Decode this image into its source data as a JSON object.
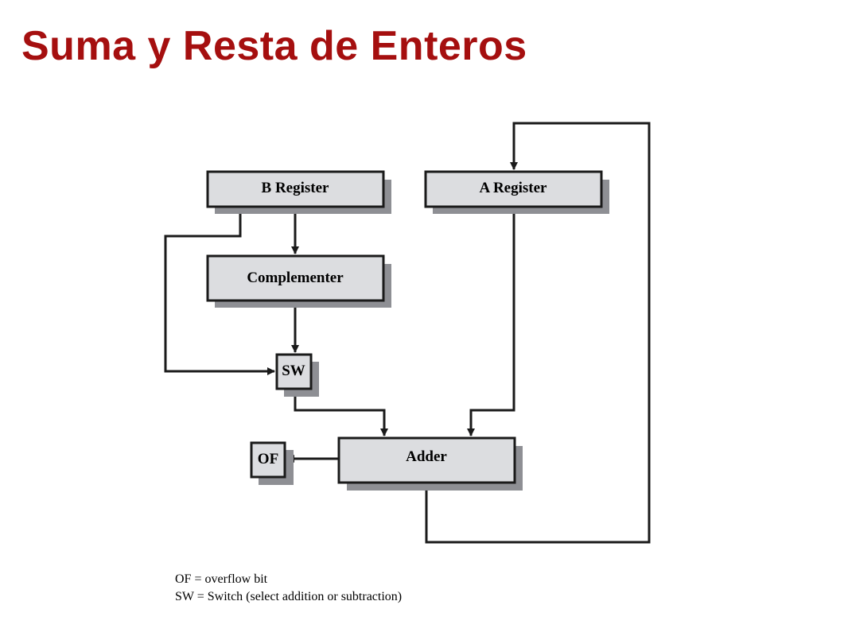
{
  "slide": {
    "title": "Suma y Resta de Enteros",
    "title_color": "#a50f0f"
  },
  "diagram": {
    "box_fill": "#dcdde0",
    "shadow_color": "#8e8f94",
    "line_color": "#1a1a1a",
    "boxes": {
      "b_register": "B Register",
      "a_register": "A Register",
      "complementer": "Complementer",
      "switch": "SW",
      "adder": "Adder",
      "overflow": "OF"
    },
    "legend": [
      "OF = overflow bit",
      "SW = Switch (select addition or subtraction)"
    ]
  }
}
